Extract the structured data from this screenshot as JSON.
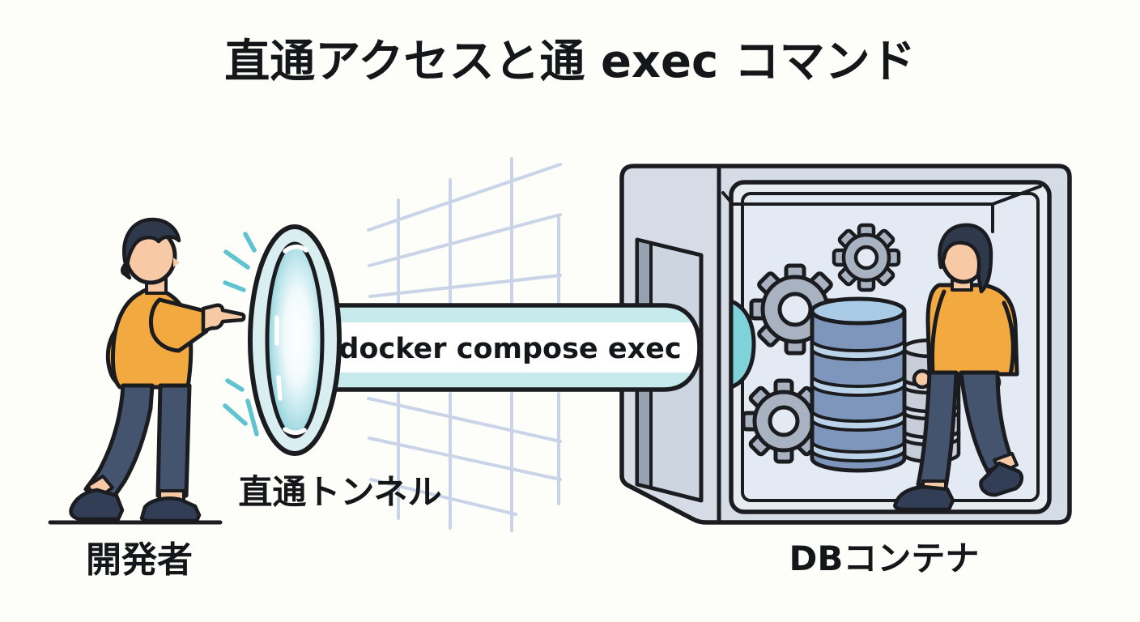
{
  "title": "直通アクセスと通 exec コマンド",
  "tunnel": {
    "command": "docker compose exec",
    "label": "直通トンネル"
  },
  "developer": {
    "label": "開発者"
  },
  "db_container": {
    "label": "DBコンテナ"
  },
  "colors": {
    "background": "#FDFDFA",
    "outline": "#1B1C20",
    "text": "#151619",
    "sweater": "#F2A93F",
    "skin": "#F7C9A4",
    "hair": "#2E3A4C",
    "pants": "#44546F",
    "shoes": "#323E56",
    "portal-ring": "#D9EEF1",
    "portal-glass": "#8FD2DB",
    "sparkle": "#5FC4CF",
    "tube-band": "#C7EAED",
    "tube-fill": "#FFFFFF",
    "grid": "#C9D4E8",
    "box": "#D6DCE6",
    "door": "#CDD5E1",
    "door-stripe": "#97A2B1",
    "frame": "#E7ECF3",
    "interior": "#E3EAF4",
    "exit-teal": "#7FD2D9",
    "gear": "#A9B2C0",
    "db-body": "#7E96BB",
    "db-top": "#A9CBE6",
    "db-gap": "#BBD4EA",
    "db2-body": "#C7CEDA",
    "db2-top": "#D6DBE4"
  }
}
